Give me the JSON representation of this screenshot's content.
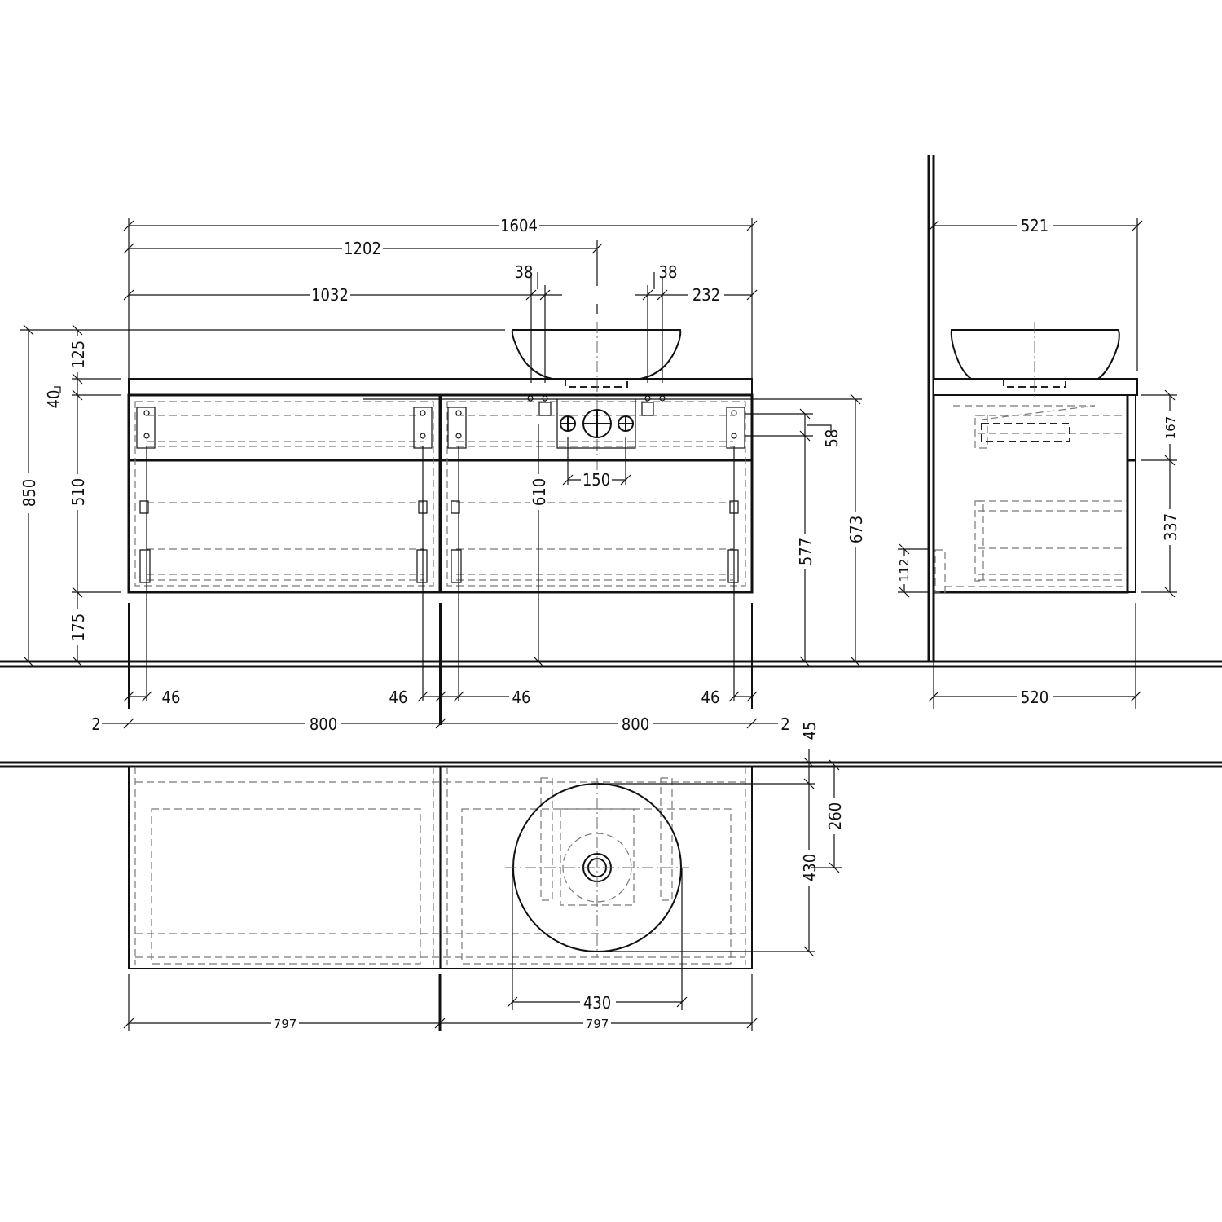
{
  "drawing": {
    "title": "Vanity unit with countertop washbasin — dimensioned drawing",
    "units": "mm",
    "line_color": "#111111",
    "hidden_line_color": "#777777",
    "background": "#ffffff"
  },
  "front_view": {
    "top_dims": {
      "overall_width": "1604",
      "basin_center_from_left": "1202",
      "left_to_tap_hole": "1032",
      "tap_offset_left": "38",
      "tap_offset_right": "38",
      "right_to_tap_hole": "232"
    },
    "left_dims": {
      "total_height": "850",
      "basin_height": "125",
      "countertop_thickness": "40",
      "cabinet_height": "510",
      "floor_clearance": "175"
    },
    "right_dims": {
      "drawer_height": "58",
      "outlet_height": "577",
      "top_height": "673"
    },
    "inner_dims": {
      "drain_height": "610",
      "hole_spacing": "150"
    },
    "bottom_dims": {
      "bracket_offsets": [
        "46",
        "46",
        "46",
        "46"
      ],
      "gap_left": "2",
      "module_left": "800",
      "module_right": "800",
      "gap_right": "2"
    }
  },
  "side_view": {
    "top_depth": "521",
    "upper_drawer_height": "167",
    "lower_drawer_height": "337",
    "bottom_offset": "112",
    "cabinet_depth": "520"
  },
  "plan_view": {
    "wall_to_edge": "45",
    "wall_to_basin_center": "260",
    "basin_diameter_vertical": "430",
    "basin_diameter_horizontal": "430",
    "module_left_width": "797",
    "module_right_width": "797"
  }
}
